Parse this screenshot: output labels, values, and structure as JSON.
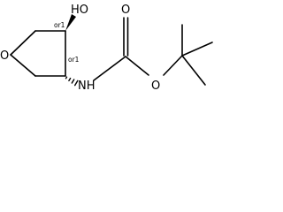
{
  "atoms": {
    "ring_oxygen": "O",
    "hydroxyl": "HO",
    "amide_nitrogen": "NH",
    "carbonyl_oxygen": "O",
    "ester_oxygen": "O"
  },
  "stereo_labels": {
    "c3": "or1",
    "c4": "or1"
  }
}
